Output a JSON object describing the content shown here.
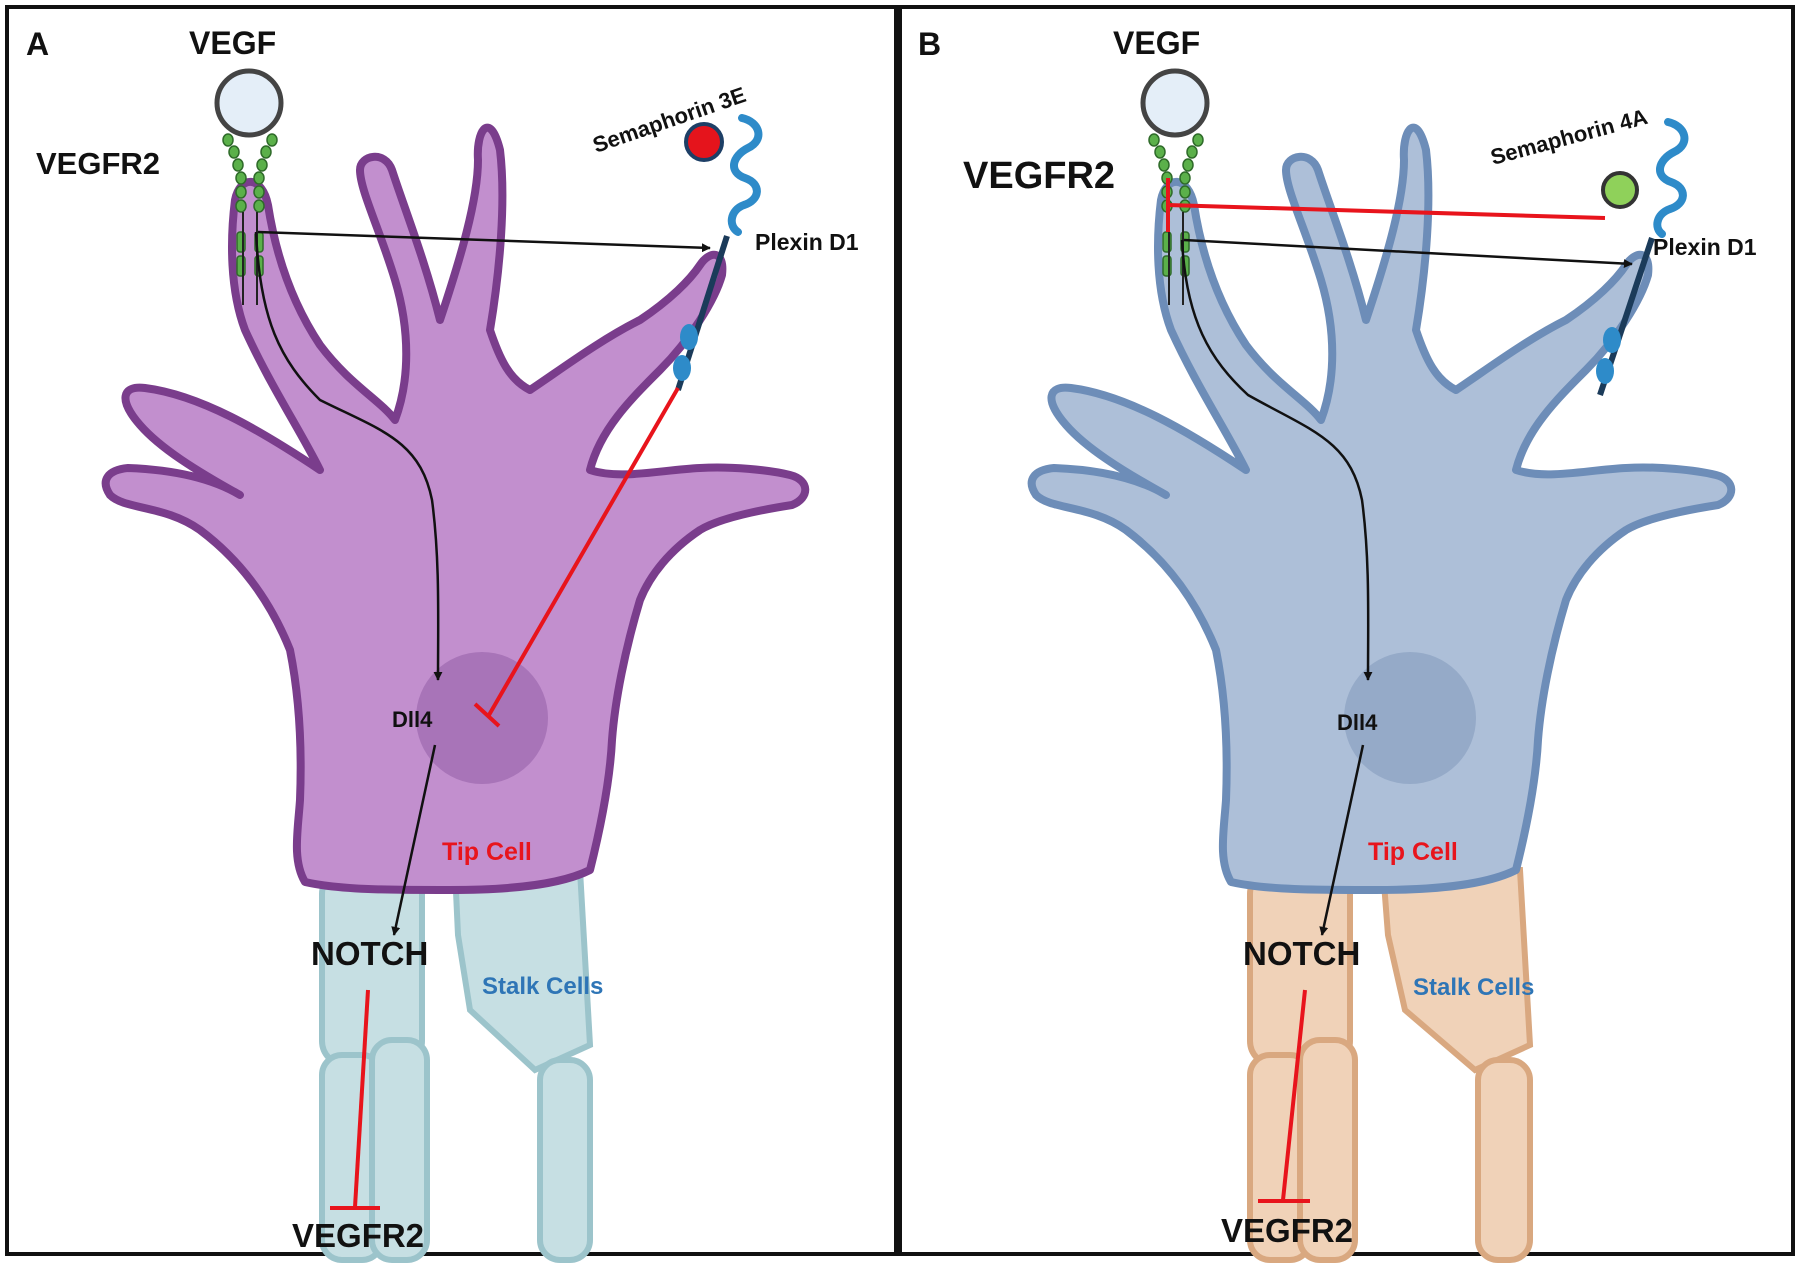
{
  "colors": {
    "frame": "#111111",
    "tip_cell_a_fill": "#c28fce",
    "tip_cell_a_stroke": "#7a3d8c",
    "tip_cell_a_nucleus": "#a874b8",
    "tip_cell_b_fill": "#adbfd8",
    "tip_cell_b_stroke": "#6d8db8",
    "tip_cell_b_nucleus": "#95aac8",
    "stalk_a_fill": "#c6dfe3",
    "stalk_a_stroke": "#9cc4cb",
    "stalk_b_fill": "#f0d2b8",
    "stalk_b_stroke": "#d9a880",
    "activation_arrow": "#111111",
    "inhibition": "#e8141c",
    "tip_cell_label": "#e8141c",
    "stalk_label": "#2e75b6",
    "receptor_green": "#5bb04a",
    "plexin_blue": "#2e8bc9",
    "sema3e_ligand": "#e5141c",
    "sema4a_ligand": "#8fd15a",
    "vegf_ligand": "#e4eef8"
  },
  "panels": [
    {
      "letter": "A",
      "vegf_label": "VEGF",
      "vegfr2_label": "VEGFR2",
      "semaphorin_label": "Semaphorin 3E",
      "plexin_label": "Plexin D1",
      "dll4_label": "Dll4",
      "tip_cell_label": "Tip Cell",
      "notch_label": "NOTCH",
      "stalk_cells_label": "Stalk Cells",
      "bottom_vegfr2_label": "VEGFR2"
    },
    {
      "letter": "B",
      "vegf_label": "VEGF",
      "vegfr2_label": "VEGFR2",
      "semaphorin_label": "Semaphorin 4A",
      "plexin_label": "Plexin D1",
      "dll4_label": "Dll4",
      "tip_cell_label": "Tip Cell",
      "notch_label": "NOTCH",
      "stalk_cells_label": "Stalk Cells",
      "bottom_vegfr2_label": "VEGFR2"
    }
  ]
}
